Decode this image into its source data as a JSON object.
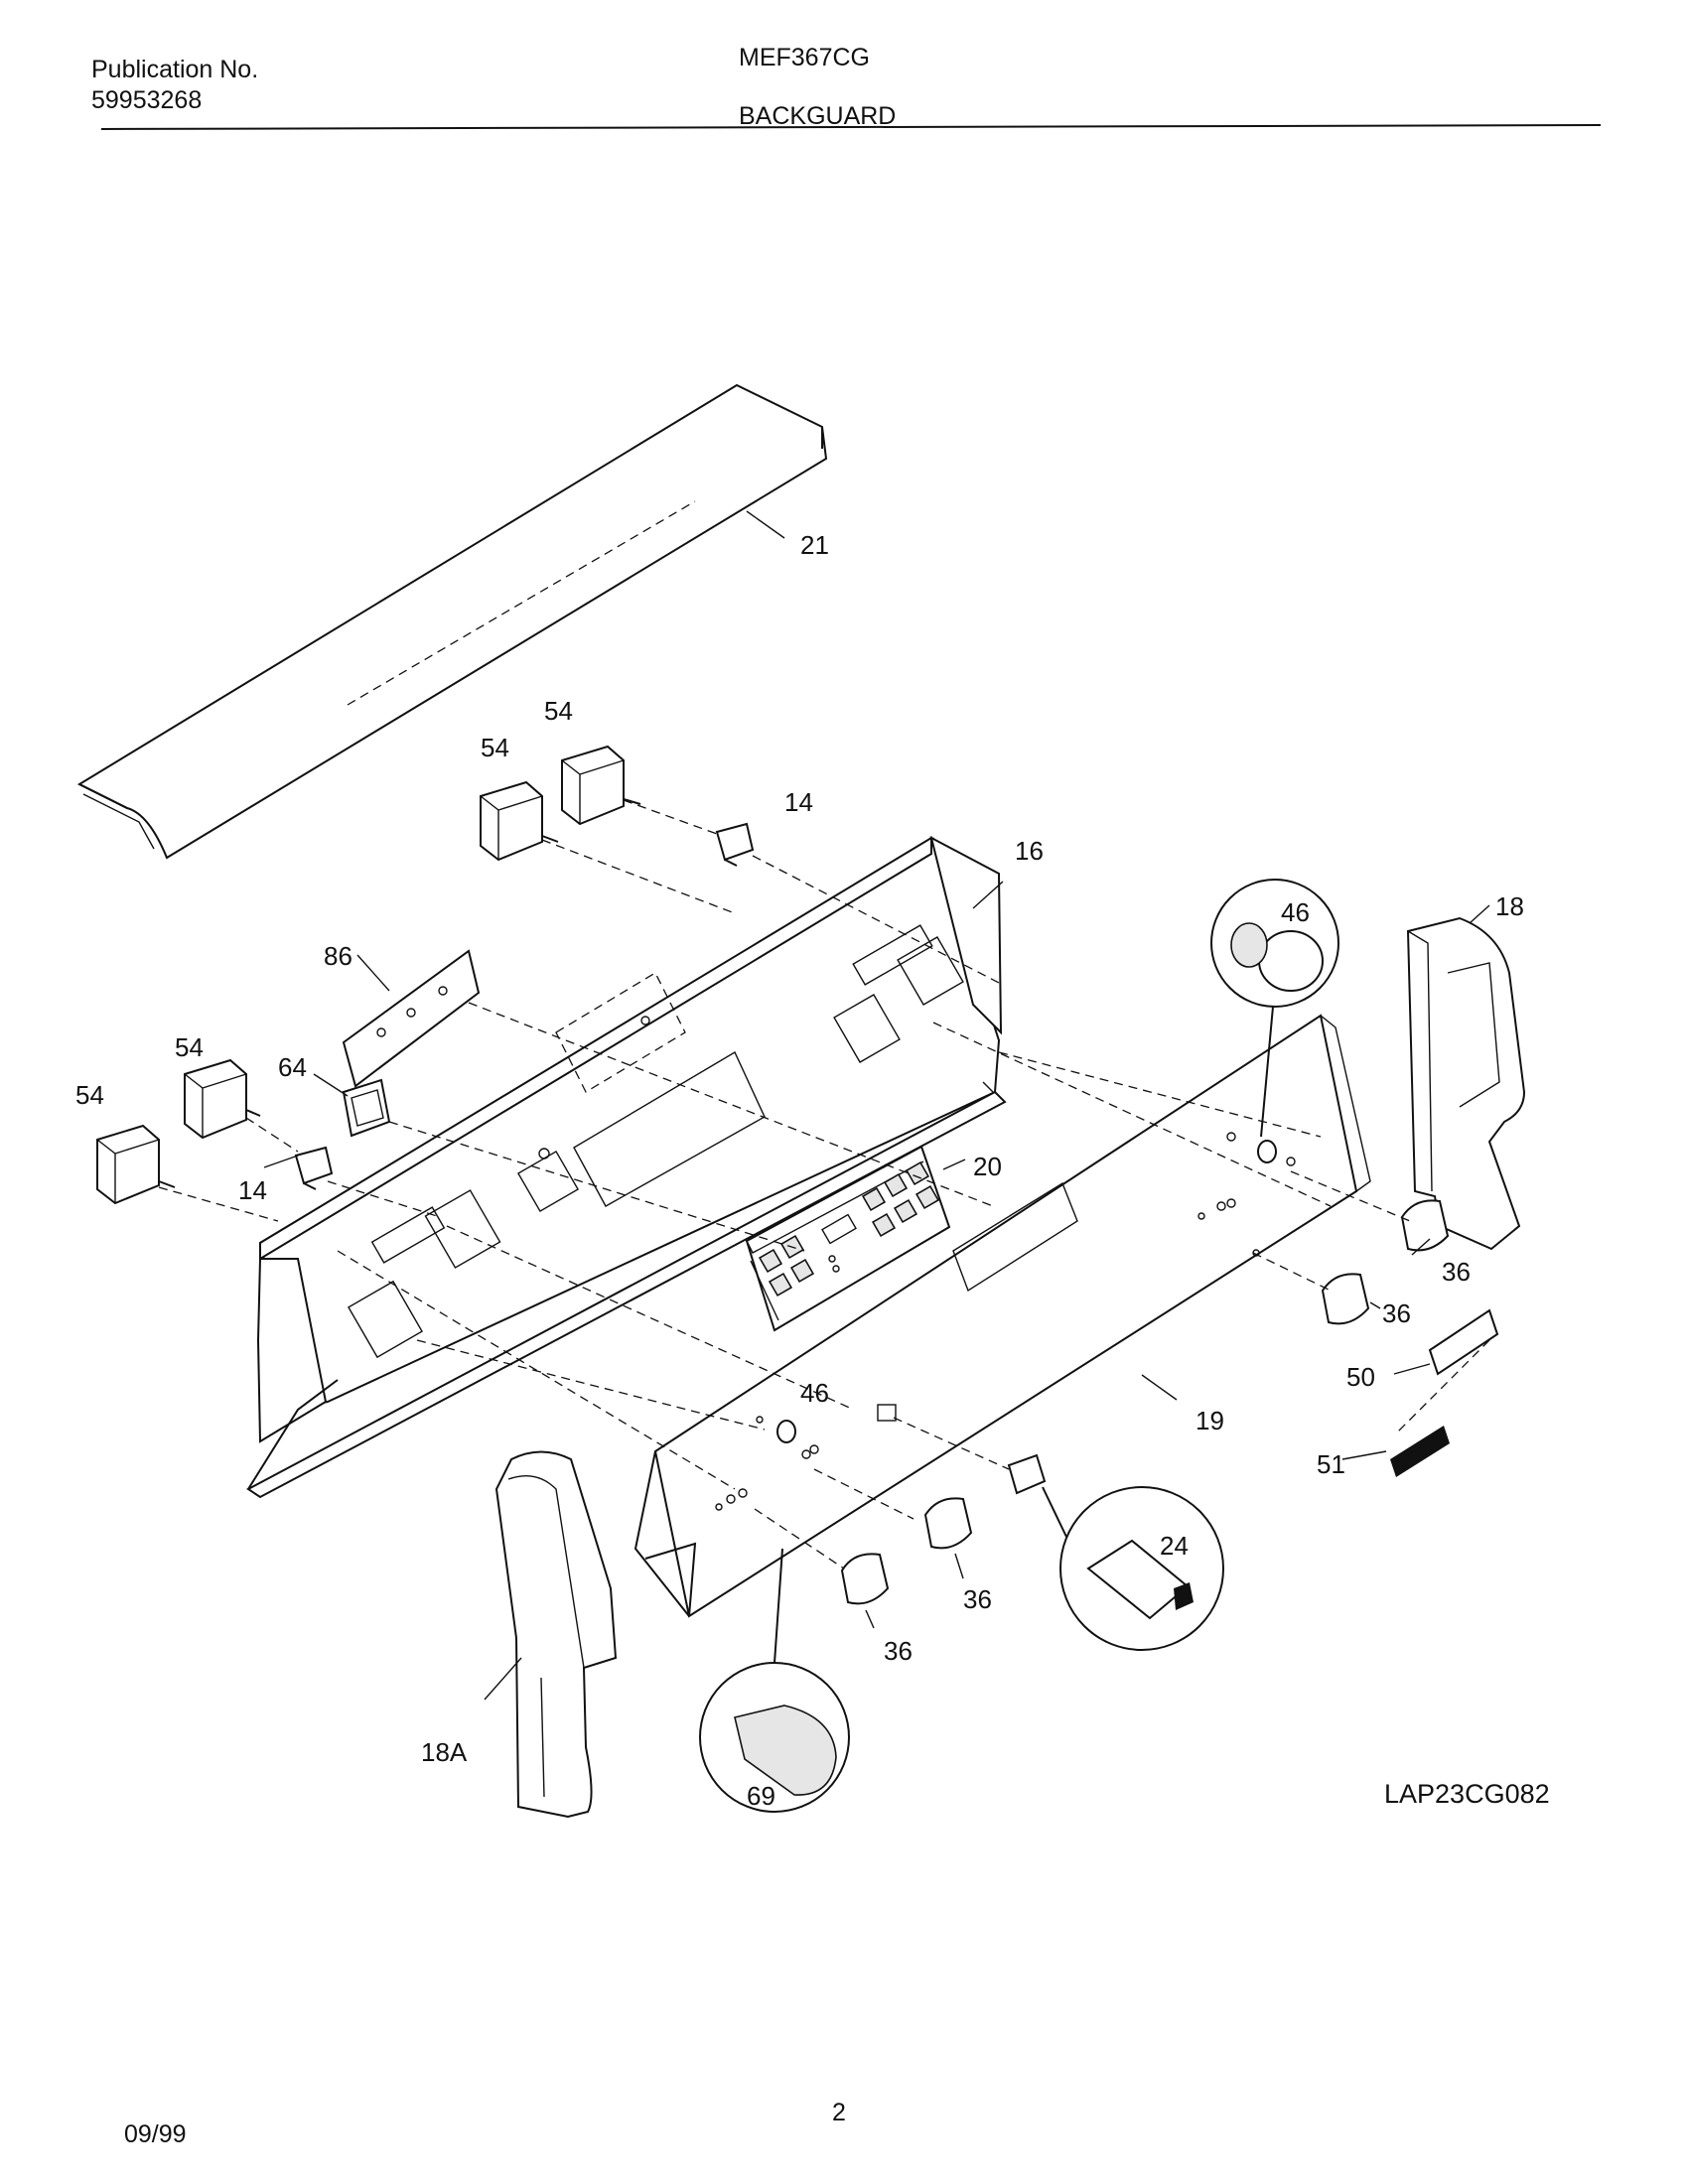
{
  "header": {
    "publication_label": "Publication No.",
    "publication_number": "59953268",
    "model": "MEF367CG",
    "section_title": "BACKGUARD"
  },
  "footer": {
    "date": "09/99",
    "page_number": "2"
  },
  "drawing_id": "LAP23CG082",
  "callouts": {
    "c21": "21",
    "c54a": "54",
    "c54b": "54",
    "c14a": "14",
    "c16": "16",
    "c46a": "46",
    "c18": "18",
    "c86": "86",
    "c54c": "54",
    "c64": "64",
    "c54d": "54",
    "c14b": "14",
    "c20": "20",
    "c36a": "36",
    "c36b": "36",
    "c50": "50",
    "c19": "19",
    "c46b": "46",
    "c51": "51",
    "c24": "24",
    "c36c": "36",
    "c36d": "36",
    "c18a": "18A",
    "c69": "69"
  }
}
